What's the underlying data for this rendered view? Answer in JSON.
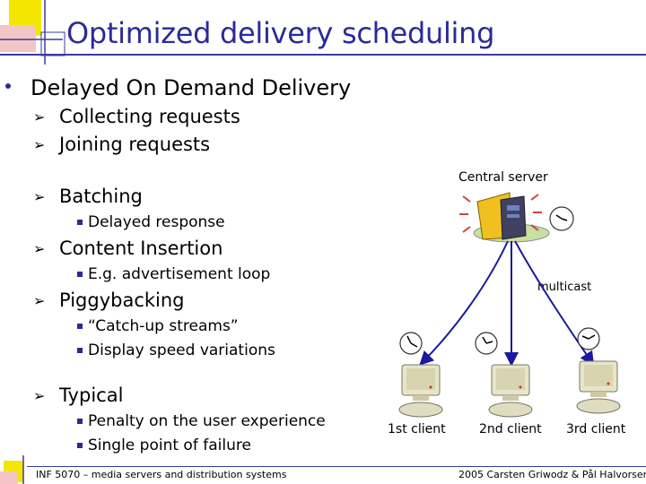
{
  "title": "Optimized delivery scheduling",
  "bullet": "Delayed On Demand Delivery",
  "items": {
    "collecting": "Collecting requests",
    "joining": "Joining requests",
    "batching": "Batching",
    "delayed_response": "Delayed response",
    "content_insertion": "Content Insertion",
    "ad_loop": "E.g. advertisement loop",
    "piggybacking": "Piggybacking",
    "catchup": "“Catch-up streams”",
    "display_speed": "Display speed variations",
    "typical": "Typical",
    "penalty": "Penalty on the user experience",
    "single_point": "Single point of failure"
  },
  "diagram": {
    "server_label": "Central server",
    "multicast_label": "multicast",
    "client1": "1st client",
    "client2": "2nd client",
    "client3": "3rd client"
  },
  "footer": {
    "left": "INF 5070 – media servers and distribution systems",
    "right": "2005  Carsten Griwodz & Pål Halvorsen"
  },
  "colors": {
    "title": "#2a2a9a",
    "arrow": "#1a1aa0",
    "accent_yellow": "#f5e600"
  }
}
